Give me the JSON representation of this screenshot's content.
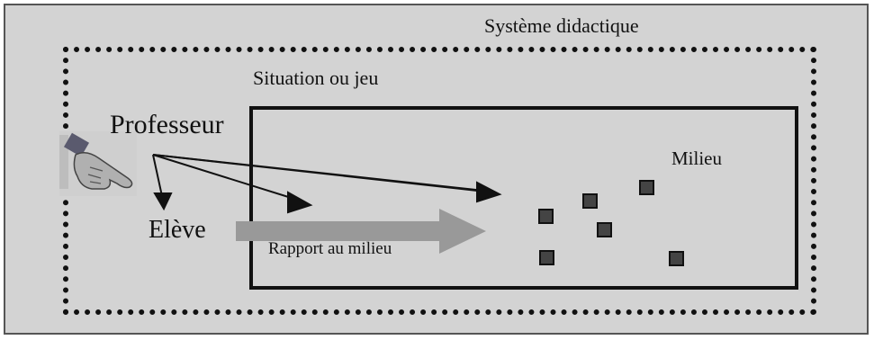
{
  "diagram": {
    "system_label": "Système didactique",
    "situation_label": "Situation ou jeu",
    "teacher_label": "Professeur",
    "student_label": "Elève",
    "milieu_label": "Milieu",
    "relation_label": "Rapport au milieu"
  },
  "icons": {
    "teacher": "pointing-hand-icon",
    "milieu_elements": "square-icon"
  },
  "colors": {
    "background": "#d3d3d3",
    "lines": "#111111",
    "relation_arrow": "#999999",
    "square_fill": "#444444"
  }
}
